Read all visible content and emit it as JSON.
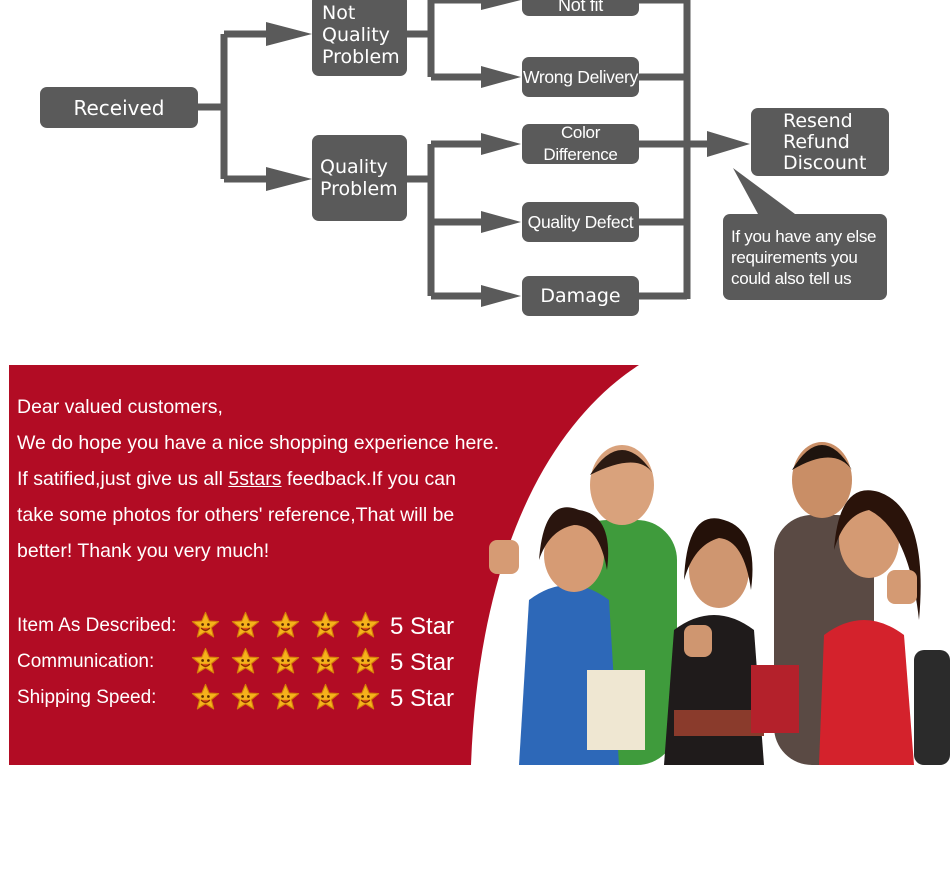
{
  "flowchart": {
    "received": "Received",
    "not_quality_problem": "Not\nQuality\nProblem",
    "quality_problem": "Quality\nProblem",
    "not_fit": "Not fit",
    "wrong_delivery": "Wrong Delivery",
    "color_difference": "Color Difference",
    "quality_defect": "Quality Defect",
    "damage": "Damage",
    "solutions": "Resend\nRefund\nDiscount",
    "note": "If you have any else\nrequirements you\ncould also tell us",
    "colors": {
      "box": "#5a5a5a",
      "line": "#5a5a5a",
      "text": "#ffffff"
    }
  },
  "banner": {
    "message": {
      "line1": "Dear valued customers,",
      "line2": "We do hope you have a nice shopping experience here.",
      "line3_pre": "If satified,just give us all ",
      "line3_link": "5stars",
      "line3_post": " feedback.If you can",
      "line4": "take some photos for others' reference,That will be",
      "line5": "better! Thank you very much!"
    },
    "ratings": [
      {
        "label": "Item As Described:",
        "stars": 5,
        "value": "5 Star"
      },
      {
        "label": "Communication:",
        "stars": 5,
        "value": "5 Star"
      },
      {
        "label": "Shipping Speed:",
        "stars": 5,
        "value": "5 Star"
      }
    ],
    "colors": {
      "red": "#b20c24",
      "star": "#f5b21b",
      "star_edge": "#d6800a"
    }
  }
}
